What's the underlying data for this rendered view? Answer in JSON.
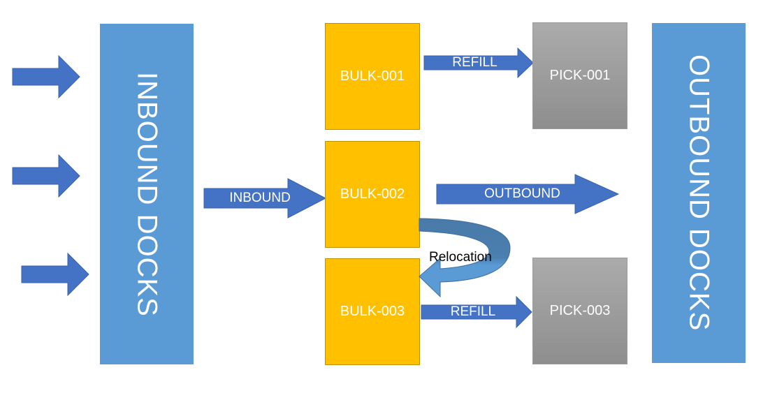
{
  "diagram": {
    "colors": {
      "dock": "#5b9bd5",
      "bulk": "#ffc000",
      "pick": "#a0a0a0",
      "arrow": "#4472c4",
      "relocation_arrow": "#4a7fb0"
    },
    "inbound_docks": {
      "label": "INBOUND DOCKS"
    },
    "outbound_docks": {
      "label": "OUTBOUND DOCKS"
    },
    "incoming_arrows": 3,
    "bulk_locations": [
      {
        "label": "BULK-001"
      },
      {
        "label": "BULK-002"
      },
      {
        "label": "BULK-003"
      }
    ],
    "pick_locations": [
      {
        "label": "PICK-001"
      },
      {
        "label": "PICK-003"
      }
    ],
    "flows": {
      "inbound": "INBOUND",
      "refill_1": "REFILL",
      "outbound": "OUTBOUND",
      "refill_3": "REFILL",
      "relocation": "Relocation"
    }
  }
}
